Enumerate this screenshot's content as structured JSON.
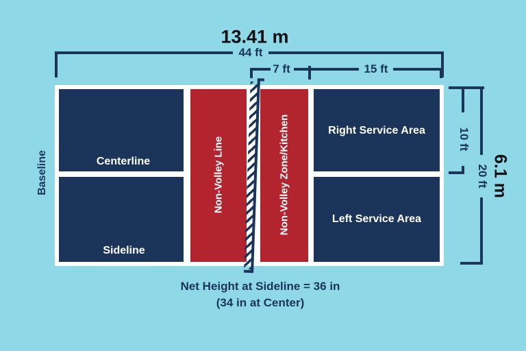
{
  "colors": {
    "bg": "#8ed8e8",
    "navy": "#1b3459",
    "red": "#b2242e",
    "white": "#ffffff",
    "black": "#111111"
  },
  "title": {
    "metric_width": "13.41 m"
  },
  "dimensions": {
    "court_width_ft": "44 ft",
    "non_volley_zone_ft": "7 ft",
    "service_area_ft": "15 ft",
    "half_court_ft": "10 ft",
    "court_height_ft": "20 ft",
    "court_height_m": "6.1 m"
  },
  "court_labels": {
    "baseline": "Baseline",
    "centerline": "Centerline",
    "sideline": "Sideline",
    "non_volley_line": "Non-Volley Line",
    "non_volley_zone": "Non-Volley Zone/Kitchen",
    "right_service_area": "Right Service Area",
    "left_service_area": "Left Service Area"
  },
  "note": {
    "line1": "Net Height at Sideline = 36 in",
    "line2": "(34 in at Center)"
  }
}
